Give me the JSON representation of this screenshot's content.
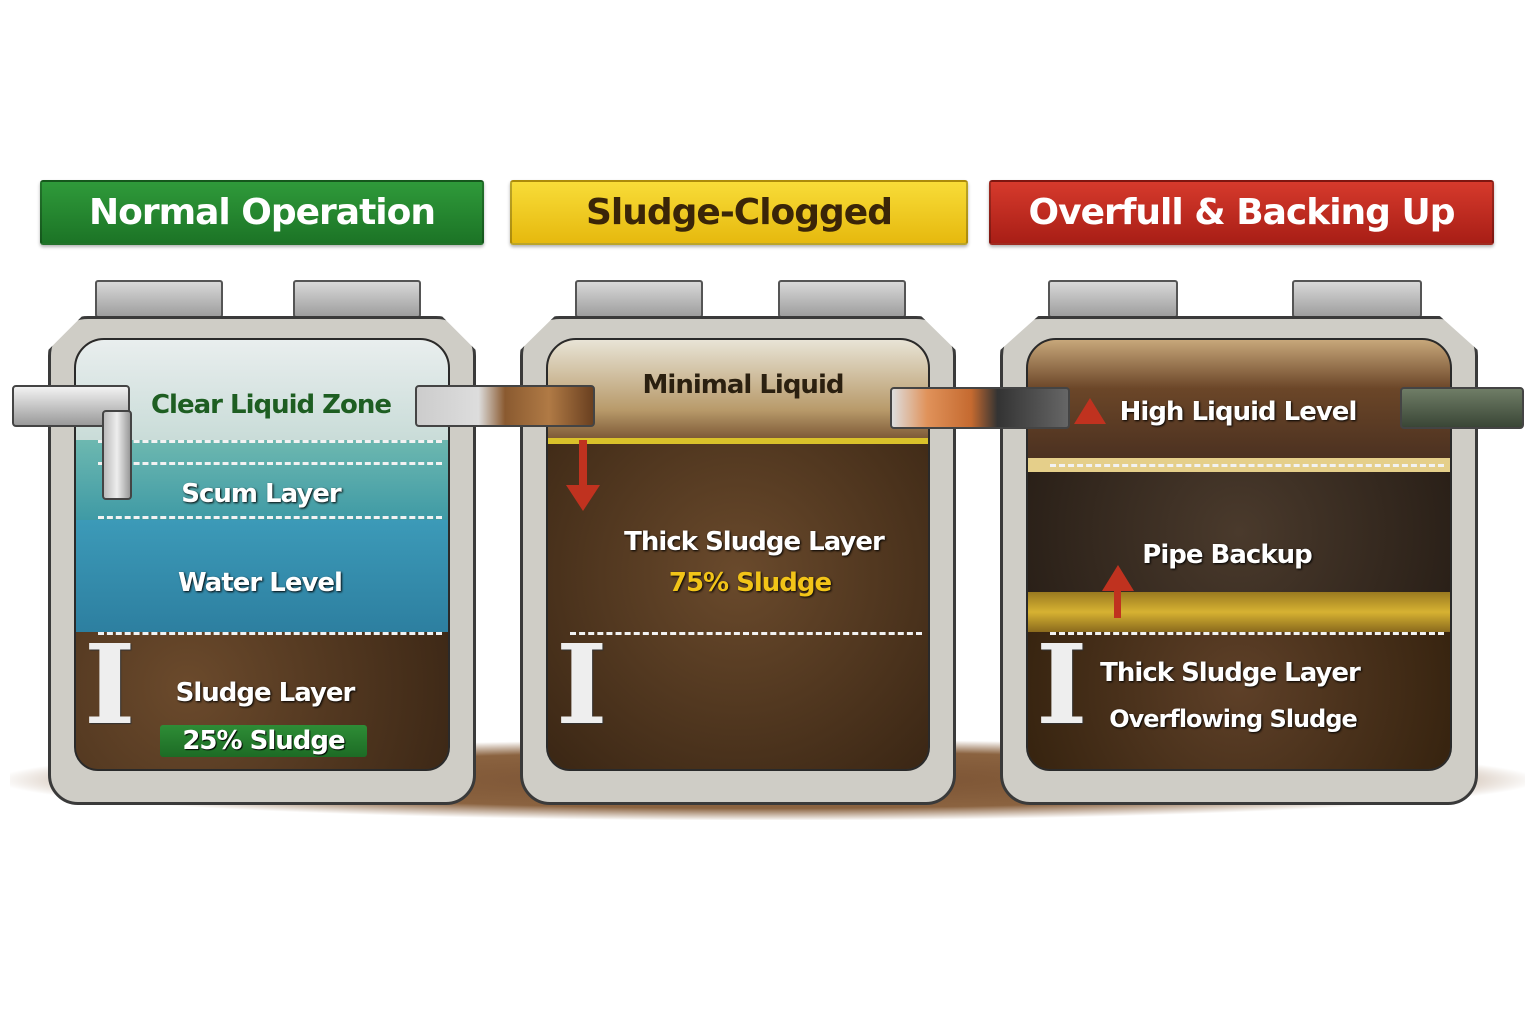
{
  "panels": [
    {
      "title": "Normal Operation",
      "color": "#1f7a2a",
      "labels": {
        "clear": "Clear Liquid Zone",
        "scum": "Scum Layer",
        "water": "Water Level",
        "sludge": "Sludge Layer",
        "badge": "25% Sludge"
      },
      "sludge_fraction": 0.25
    },
    {
      "title": "Sludge-Clogged",
      "color": "#eec21a",
      "labels": {
        "top": "Minimal Liquid",
        "sludge": "Thick Sludge Layer",
        "pct": "75% Sludge"
      },
      "sludge_fraction": 0.75
    },
    {
      "title": "Overfull & Backing Up",
      "color": "#bb2a20",
      "labels": {
        "top": "High Liquid Level",
        "backup": "Pipe Backup",
        "sludge": "Thick Sludge Layer",
        "overflow": "Overflowing Sludge"
      }
    }
  ],
  "icons": [
    "down-arrow-icon",
    "up-arrow-icon",
    "ruler-icon"
  ]
}
